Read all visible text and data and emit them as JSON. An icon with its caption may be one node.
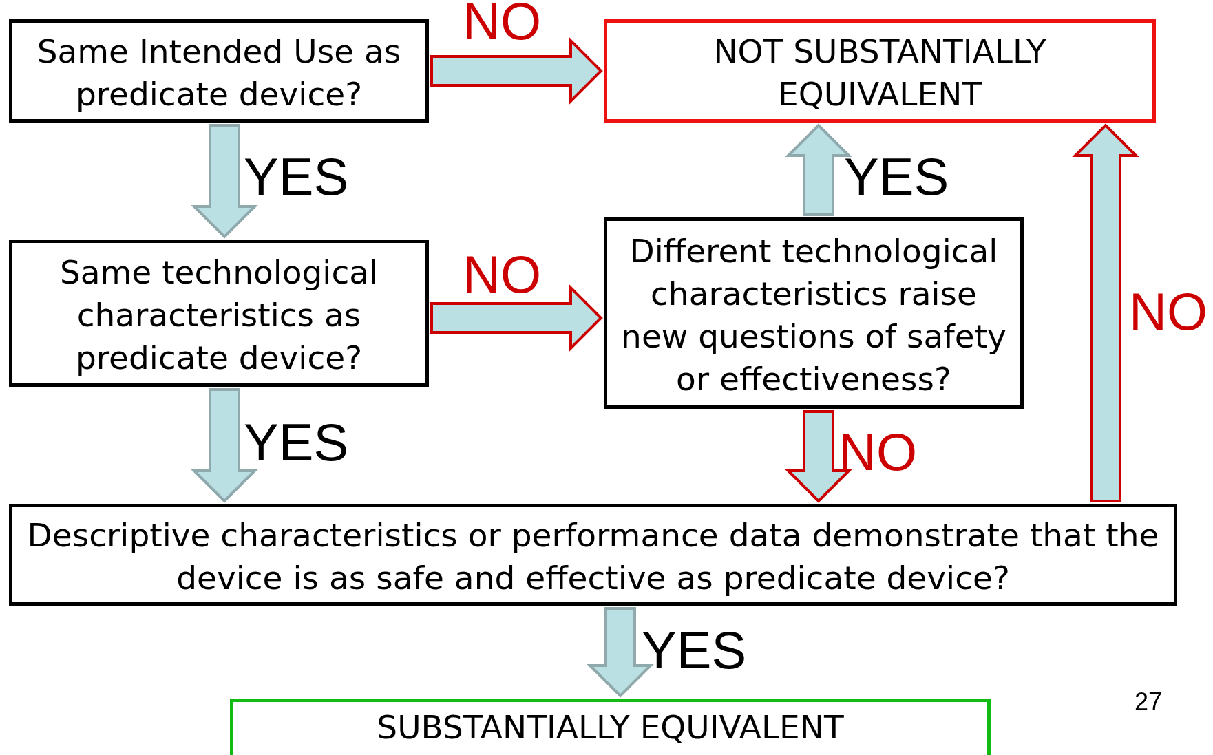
{
  "diagram": {
    "nodes": [
      {
        "text": [
          "Same  Intended Use as predicate device?"
        ]
      },
      {
        "text": [
          "NOT SUBSTANTIALLY EQUIVALENT"
        ]
      },
      {
        "text": [
          "Same technological characteristics as predicate device?"
        ]
      },
      {
        "text": [
          "Different technological characteristics raise new questions of safety or effectiveness?"
        ]
      },
      {
        "text": [
          "Descriptive characteristics or performance data demonstrate that the device is as safe and effective as predicate device?"
        ]
      },
      {
        "text": [
          "SUBSTANTIALLY EQUIVALENT"
        ]
      }
    ],
    "edges": [
      {
        "from": 0,
        "to": 1,
        "arrow": "to",
        "label": "NO",
        "color": "#cc0000"
      },
      {
        "from": 0,
        "to": 2,
        "arrow": "to",
        "label": "YES"
      },
      {
        "from": 2,
        "to": 3,
        "arrow": "to",
        "label": "NO",
        "color": "#cc0000"
      },
      {
        "from": 2,
        "to": 4,
        "arrow": "to",
        "label": "YES"
      },
      {
        "from": 3,
        "to": 1,
        "arrow": "to",
        "label": "YES"
      },
      {
        "from": 3,
        "to": 4,
        "arrow": "to",
        "label": "NO",
        "color": "#cc0000"
      },
      {
        "from": 4,
        "to": 1,
        "arrow": "to",
        "label": "NO",
        "color": "#cc0000"
      },
      {
        "from": 4,
        "to": 5,
        "arrow": "to",
        "label": "YES"
      }
    ],
    "labels": [
      "27"
    ]
  }
}
